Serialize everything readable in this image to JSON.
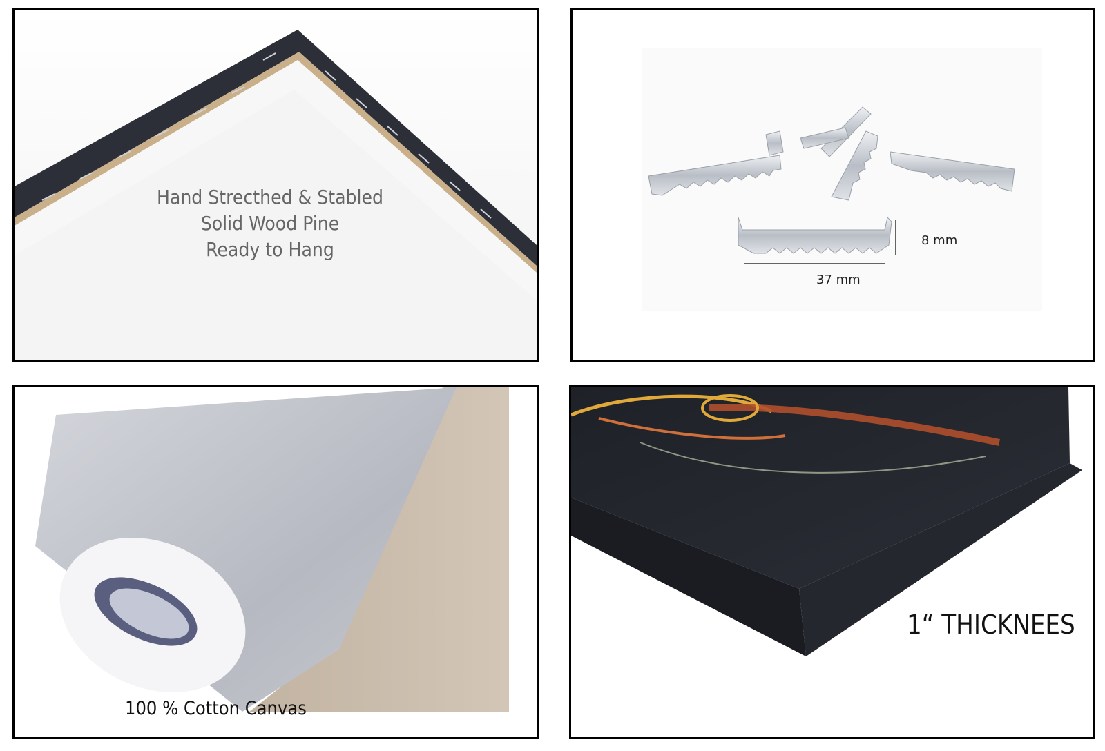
{
  "panels": {
    "stretched": {
      "lines": [
        "Hand Strecthed & Stabled",
        "Solid Wood Pine",
        "Ready to Hang"
      ]
    },
    "hangers": {
      "height_label": "8 mm",
      "width_label": "37 mm"
    },
    "canvas_roll": {
      "caption": "100 % Cotton Canvas"
    },
    "thickness": {
      "caption": "1“ THICKNEES"
    }
  },
  "colors": {
    "border": "#000000",
    "canvas_edge": "#2a2d35",
    "wood": "#c9b08a",
    "linen": "#cdbfae",
    "roll_gray": "#c3c6cd",
    "metal": "#c8ccd2"
  }
}
